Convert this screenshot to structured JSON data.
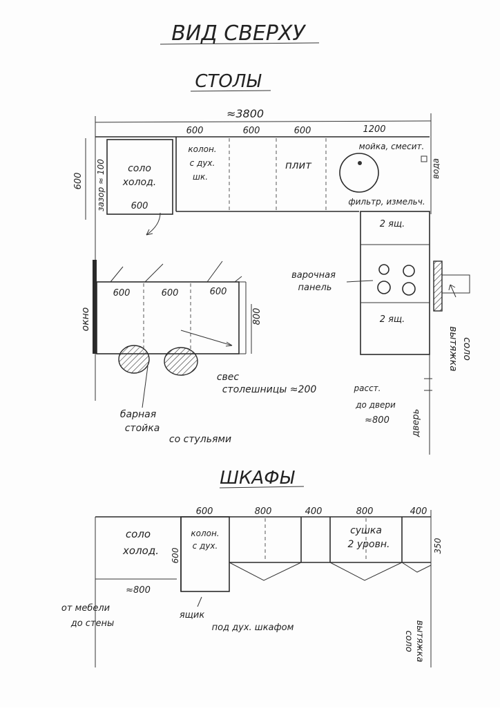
{
  "title": "ВИД СВЕРХУ",
  "tables": {
    "heading": "СТОЛЫ",
    "total_width": "≈3800",
    "top_dims": [
      "600",
      "600",
      "600",
      "1200"
    ],
    "left_depth": "600",
    "gap_label": "зазор ≈ 100",
    "fridge_label_1": "соло",
    "fridge_label_2": "холод.",
    "fridge_width": "600",
    "column_1": "колон.",
    "column_2": "с дух.",
    "column_3": "шк.",
    "stove": "плит",
    "sink_label": "мойка, смесит.",
    "filter_label": "фильтр, измельч.",
    "water_label": "вода",
    "drawers_top": "2 ящ.",
    "drawers_bottom": "2 ящ.",
    "hob_1": "варочная",
    "hob_2": "панель",
    "hood_1": "вытяжка",
    "hood_2": "соло",
    "window": "окно",
    "island_dims": [
      "600",
      "600",
      "600"
    ],
    "island_depth": "800",
    "overhang_1": "свес",
    "overhang_2": "столешницы ≈200",
    "bar_1": "барная",
    "bar_2": "стойка",
    "bar_3": "со стульями",
    "door_dist_1": "расст.",
    "door_dist_2": "до двери",
    "door_dist_3": "≈800",
    "door": "дверь"
  },
  "cabinets": {
    "heading": "ШКАФЫ",
    "top_dims": [
      "600",
      "800",
      "400",
      "800",
      "400"
    ],
    "fridge_1": "соло",
    "fridge_2": "холод.",
    "fridge_side": "600",
    "column_1": "колон.",
    "column_2": "с дух.",
    "dryer_1": "сушка",
    "dryer_2": "2 уровн.",
    "depth": "350",
    "bottom_dim": "≈800",
    "wall_note_1": "от мебели",
    "wall_note_2": "до стены",
    "box_1": "ящик",
    "box_2": "под дух. шкафом",
    "hood_1": "вытяжка",
    "hood_2": "соло"
  }
}
